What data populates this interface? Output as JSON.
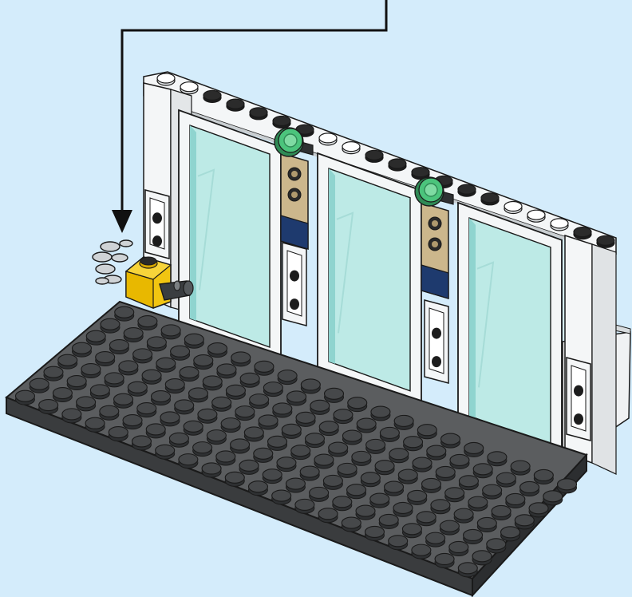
{
  "colors": {
    "background": "#d4ecfb",
    "baseplate": "#5b5d5f",
    "baseplate_dark": "#2e3032",
    "stud": "#6a6c6e",
    "stud_top": "#3e4042",
    "frame": "#f4f6f7",
    "frame_shade": "#dcdfe1",
    "glass": "#bdeae6",
    "glass_edge": "#8fd4cf",
    "tan": "#ccb78c",
    "navy": "#1e3a6e",
    "green": "#4bc47c",
    "yellow": "#f2c511",
    "black": "#1c1c1c",
    "outline": "#1a1a1a",
    "callout_line": "#111111"
  },
  "icons": [
    "baseplate",
    "window-frame",
    "glass-pane",
    "tan-pillar",
    "green-round-plate",
    "yellow-brick-with-axle",
    "arrow-down-icon",
    "motion-lines-icon"
  ]
}
